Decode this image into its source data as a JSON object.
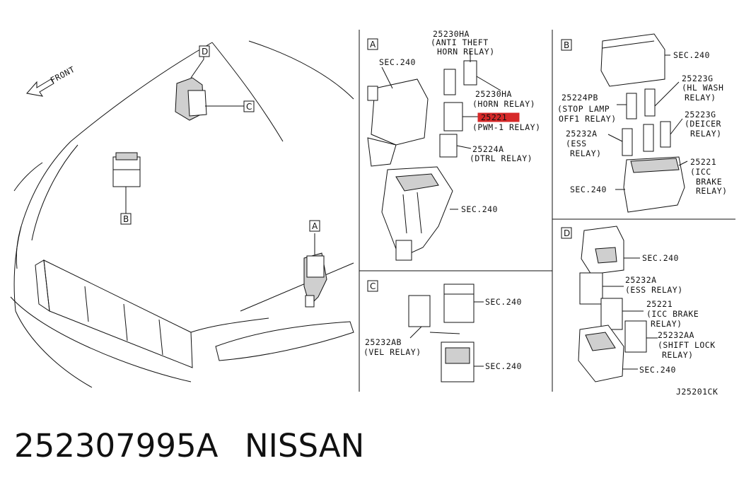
{
  "front_label": "FRONT",
  "sections": {
    "A": "A",
    "B": "B",
    "C": "C",
    "D": "D"
  },
  "panel_a": {
    "sec_top": "SEC.240",
    "sec_bottom": "SEC.240",
    "p1_num": "25230HA",
    "p1_desc1": "(ANTI THEFT",
    "p1_desc2": "HORN RELAY)",
    "p2_num": "25230HA",
    "p2_desc": "(HORN RELAY)",
    "p3_num": "25221",
    "p3_desc": "(PWM-1 RELAY)",
    "p4_num": "25224A",
    "p4_desc": "(DTRL RELAY)",
    "highlight_color": "#d62828"
  },
  "panel_b": {
    "sec_top": "SEC.240",
    "sec_bottom": "SEC.240",
    "p1_num": "25223G",
    "p1_desc1": "(HL WASH",
    "p1_desc2": "RELAY)",
    "p2_num": "25224PB",
    "p2_desc1": "(STOP LAMP",
    "p2_desc2": "OFF1 RELAY)",
    "p3_num": "25223G",
    "p3_desc1": "(DEICER",
    "p3_desc2": "RELAY)",
    "p4_num": "25232A",
    "p4_desc1": "(ESS",
    "p4_desc2": "RELAY)",
    "p5_num": "25221",
    "p5_desc1": "(ICC",
    "p5_desc2": "BRAKE",
    "p5_desc3": "RELAY)"
  },
  "panel_c": {
    "sec_top": "SEC.240",
    "sec_bottom": "SEC.240",
    "p1_num": "25232AB",
    "p1_desc": "(VEL RELAY)"
  },
  "panel_d": {
    "sec_top": "SEC.240",
    "sec_bottom": "SEC.240",
    "p1_num": "25232A",
    "p1_desc": "(ESS RELAY)",
    "p2_num": "25221",
    "p2_desc1": "(ICC BRAKE",
    "p2_desc2": "RELAY)",
    "p3_num": "25232AA",
    "p3_desc1": "(SHIFT LOCK",
    "p3_desc2": "RELAY)"
  },
  "drawing_code": "J25201CK",
  "footer": {
    "part_number": "252307995A",
    "brand": "NISSAN"
  }
}
